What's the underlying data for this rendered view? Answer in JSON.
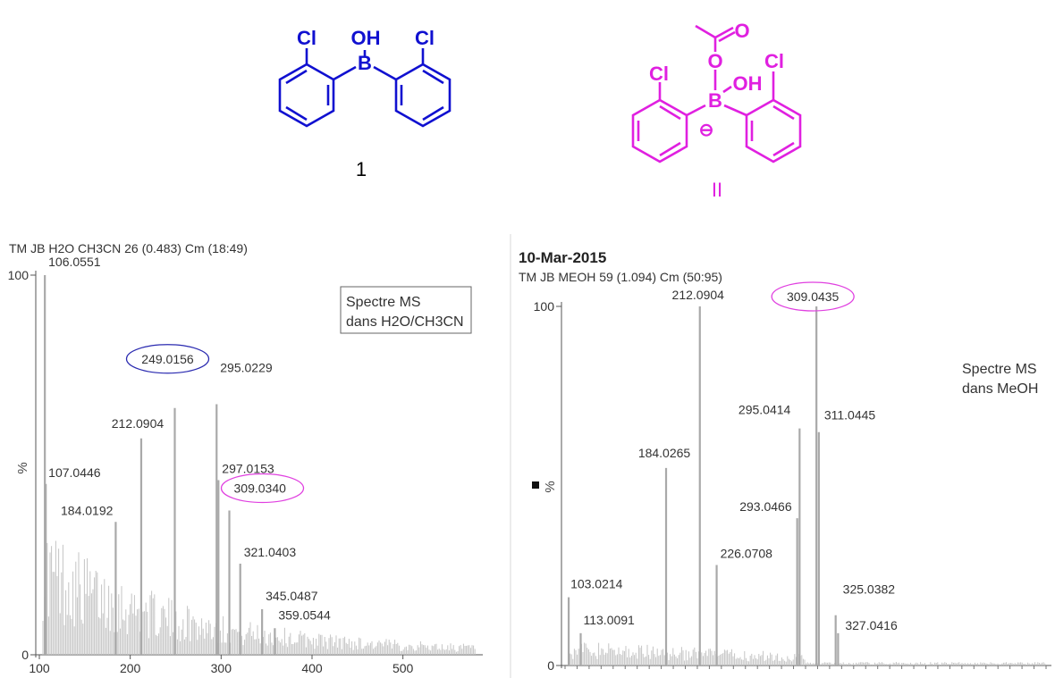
{
  "structures": {
    "compound1": {
      "atoms": {
        "cl_left": "Cl",
        "oh": "OH",
        "boron": "B",
        "cl_right": "Cl"
      },
      "label": "1",
      "color": "#1010d0"
    },
    "compound2": {
      "atoms": {
        "cl_left": "Cl",
        "oxygen": "O",
        "oh": "OH",
        "boron": "B",
        "cl_right": "Cl",
        "carbonyl_o": "O"
      },
      "charge": "⊖",
      "label": "II",
      "color": "#e020e0"
    }
  },
  "chart_data": [
    {
      "type": "bar",
      "header": "TM JB H2O CH3CN 26 (0.483) Cm (18:49)",
      "legend_box": [
        "Spectre MS",
        "dans H2O/CH3CN"
      ],
      "ylabel": "%",
      "xlim": [
        100,
        580
      ],
      "ylim": [
        0,
        100
      ],
      "x_ticks": [
        100,
        200,
        300,
        400,
        500
      ],
      "y_ticks": [
        0,
        100
      ],
      "bar_color": "#a9a9a9",
      "peaks": [
        {
          "mz": 106.0551,
          "label": "106.0551",
          "intensity": 100
        },
        {
          "mz": 107.0446,
          "label": "107.0446",
          "intensity": 45
        },
        {
          "mz": 184.0192,
          "label": "184.0192",
          "intensity": 35
        },
        {
          "mz": 212.0904,
          "label": "212.0904",
          "intensity": 57
        },
        {
          "mz": 249.0156,
          "label": "249.0156",
          "intensity": 65,
          "circled": "#2a2ab0"
        },
        {
          "mz": 295.0229,
          "label": "295.0229",
          "intensity": 66
        },
        {
          "mz": 297.0153,
          "label": "297.0153",
          "intensity": 46
        },
        {
          "mz": 309.034,
          "label": "309.0340",
          "intensity": 38,
          "circled": "#e040e0"
        },
        {
          "mz": 321.0403,
          "label": "321.0403",
          "intensity": 24
        },
        {
          "mz": 345.0487,
          "label": "345.0487",
          "intensity": 12
        },
        {
          "mz": 359.0544,
          "label": "359.0544",
          "intensity": 7
        }
      ]
    },
    {
      "type": "bar",
      "date": "10-Mar-2015",
      "header": "TM JB MEOH 59 (1.094) Cm (50:95)",
      "legend_box": [
        "Spectre MS",
        "dans MeOH"
      ],
      "ylabel": "%",
      "xlim": [
        100,
        500
      ],
      "ylim": [
        0,
        100
      ],
      "y_ticks": [
        0,
        100
      ],
      "bar_color": "#a9a9a9",
      "peaks": [
        {
          "mz": 103.0214,
          "label": "103.0214",
          "intensity": 19
        },
        {
          "mz": 113.0091,
          "label": "113.0091",
          "intensity": 9
        },
        {
          "mz": 184.0265,
          "label": "184.0265",
          "intensity": 55
        },
        {
          "mz": 212.0904,
          "label": "212.0904",
          "intensity": 100
        },
        {
          "mz": 226.0708,
          "label": "226.0708",
          "intensity": 28
        },
        {
          "mz": 293.0466,
          "label": "293.0466",
          "intensity": 41
        },
        {
          "mz": 295.0414,
          "label": "295.0414",
          "intensity": 66
        },
        {
          "mz": 309.0435,
          "label": "309.0435",
          "intensity": 100,
          "circled": "#e040e0"
        },
        {
          "mz": 311.0445,
          "label": "311.0445",
          "intensity": 65
        },
        {
          "mz": 325.0382,
          "label": "325.0382",
          "intensity": 14
        },
        {
          "mz": 327.0416,
          "label": "327.0416",
          "intensity": 9
        }
      ]
    }
  ]
}
